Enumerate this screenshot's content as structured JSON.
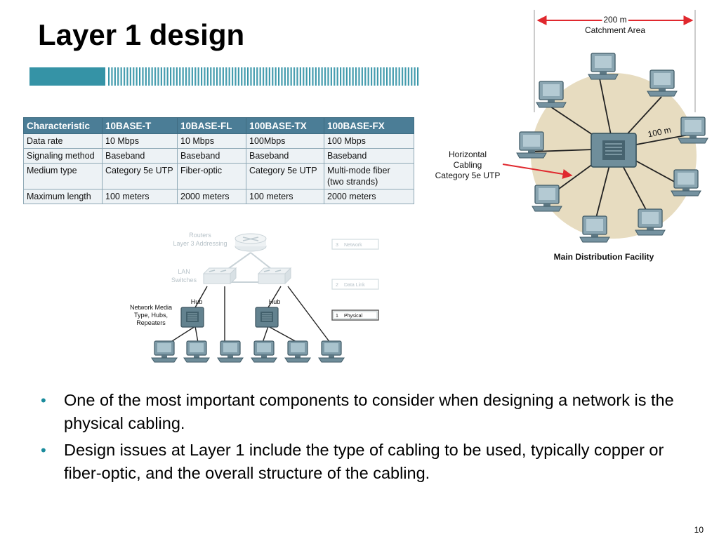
{
  "slide": {
    "title": "Layer 1 design",
    "page_number": "10"
  },
  "table": {
    "headers": [
      "Characteristic",
      "10BASE-T",
      "10BASE-FL",
      "100BASE-TX",
      "100BASE-FX"
    ],
    "rows": [
      [
        "Data rate",
        "10 Mbps",
        "10 Mbps",
        "100Mbps",
        "100 Mbps"
      ],
      [
        "Signaling method",
        "Baseband",
        "Baseband",
        "Baseband",
        "Baseband"
      ],
      [
        "Medium type",
        "Category 5e UTP",
        "Fiber-optic",
        "Category 5e UTP",
        "Multi-mode fiber\n(two strands)"
      ],
      [
        "Maximum length",
        "100 meters",
        "2000 meters",
        "100 meters",
        "2000 meters"
      ]
    ]
  },
  "hierarchy_diagram": {
    "routers_label_1": "Routers",
    "routers_label_2": "Layer 3 Addressing",
    "switches_label_1": "LAN",
    "switches_label_2": "Switches",
    "hub_left": "Hub",
    "hub_right": "Hub",
    "media_label_1": "Network Media",
    "media_label_2": "Type, Hubs,",
    "media_label_3": "Repeaters",
    "layers": [
      {
        "number": "3",
        "name": "Network",
        "active": false
      },
      {
        "number": "2",
        "name": "Data Link",
        "active": false
      },
      {
        "number": "1",
        "name": "Physical",
        "active": true
      }
    ]
  },
  "star_diagram": {
    "distance_label": "200 m",
    "area_label": "Catchment Area",
    "link_label": "100 m",
    "cabling_label_1": "Horizontal",
    "cabling_label_2": "Cabling",
    "cabling_label_3": "Category 5e UTP",
    "facility_label": "Main Distribution Facility"
  },
  "bullets": [
    "One of the most important components to consider when designing a network is the physical cabling.",
    "Design issues at Layer 1 include the type of cabling to be used, typically copper or fiber-optic, and the overall structure of the cabling."
  ],
  "colors": {
    "accent": "#1a8b9c",
    "table_header": "#4b7d96",
    "table_cell": "#edf2f5",
    "catchment_area": "#e7dcc0",
    "arrow": "#e0282e"
  }
}
